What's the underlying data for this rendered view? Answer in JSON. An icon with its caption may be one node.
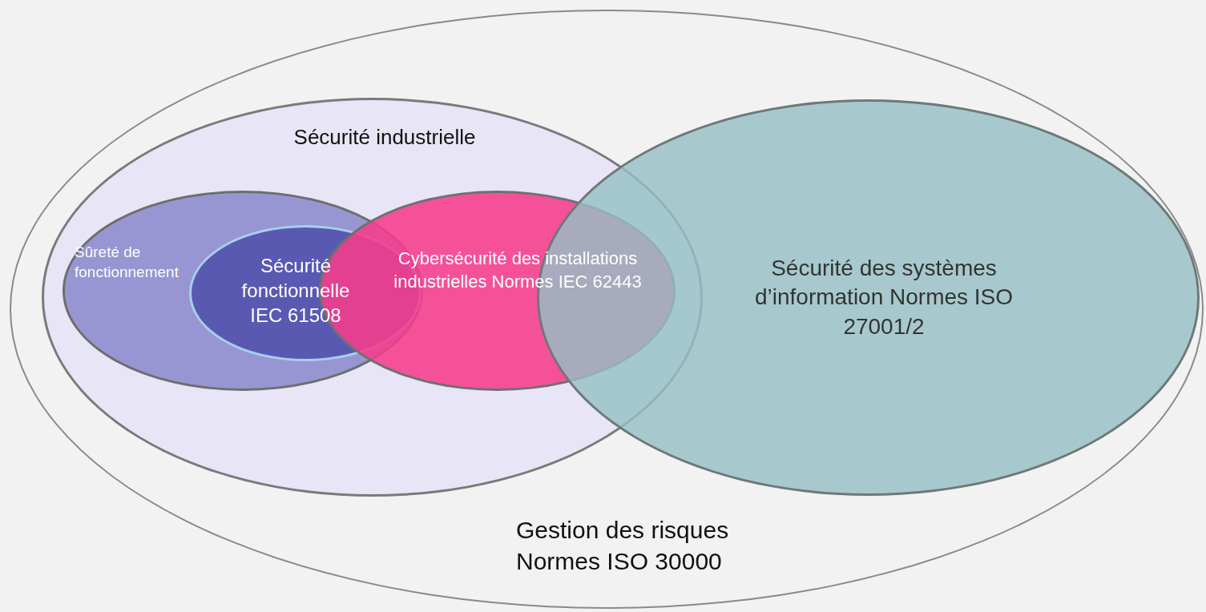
{
  "diagram": {
    "nodes": [
      {
        "text": [
          "Gestion des risques Normes ISO 30000"
        ]
      },
      {
        "text": [
          "Sécurité industrielle"
        ],
        "in": 0
      },
      {
        "text": [
          "Sûreté de fonctionnement"
        ],
        "in": 1
      },
      {
        "text": [
          "Sécurité fonctionnelle IEC 61508"
        ],
        "in": 2
      },
      {
        "text": [
          "Cybersécurité des installations industrielles Normes IEC 62443"
        ],
        "in": 1
      },
      {
        "text": [
          "Sécurité des systèmes d’information Normes ISO 27001/2"
        ],
        "in": 0
      }
    ]
  }
}
